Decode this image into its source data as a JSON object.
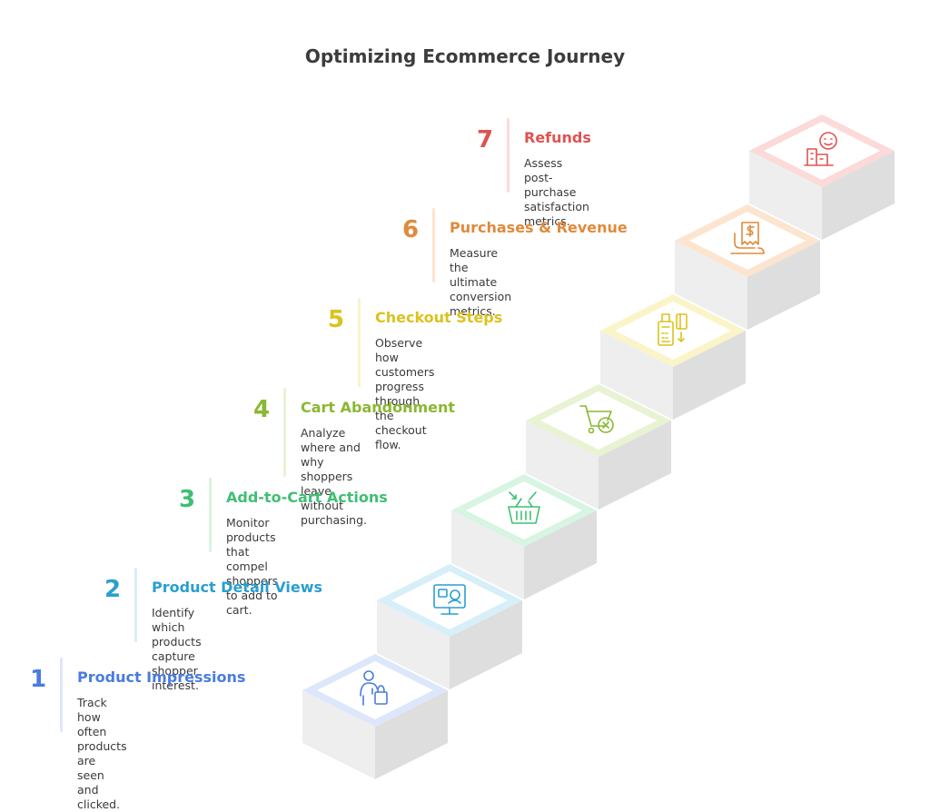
{
  "title": "Optimizing Ecommerce Journey",
  "steps": [
    {
      "number": "1",
      "title": "Product Impressions",
      "desc_lines": [
        "Track how often products are",
        "seen and clicked."
      ],
      "color": "#4a7be0",
      "tint": "#dde7fb",
      "icon": "shopper-bag-icon"
    },
    {
      "number": "2",
      "title": "Product Detail Views",
      "desc_lines": [
        "Identify which products capture",
        "shopper interest."
      ],
      "color": "#2a9fd0",
      "tint": "#d6eff9",
      "icon": "monitor-product-icon"
    },
    {
      "number": "3",
      "title": "Add-to-Cart Actions",
      "desc_lines": [
        "Monitor products that compel",
        "shoppers to add to cart."
      ],
      "color": "#3fbf73",
      "tint": "#d8f4e2",
      "icon": "basket-add-icon"
    },
    {
      "number": "4",
      "title": "Cart Abandonment",
      "desc_lines": [
        "Analyze where and why",
        "shoppers leave without",
        "purchasing."
      ],
      "color": "#8ab832",
      "tint": "#e8f3d3",
      "icon": "cart-remove-icon"
    },
    {
      "number": "5",
      "title": "Checkout Steps",
      "desc_lines": [
        "Observe how customers",
        "progress through the checkout",
        "flow."
      ],
      "color": "#dcc21d",
      "tint": "#faf4c8",
      "icon": "payment-terminal-icon"
    },
    {
      "number": "6",
      "title": "Purchases & Revenue",
      "desc_lines": [
        "Measure the ultimate",
        "conversion metrics."
      ],
      "color": "#e08a3c",
      "tint": "#fde4cf",
      "icon": "receipt-revenue-icon"
    },
    {
      "number": "7",
      "title": "Refunds",
      "desc_lines": [
        "Assess post-purchase",
        "satisfaction metrics."
      ],
      "color": "#e05252",
      "tint": "#fcdada",
      "icon": "satisfaction-icon"
    }
  ]
}
